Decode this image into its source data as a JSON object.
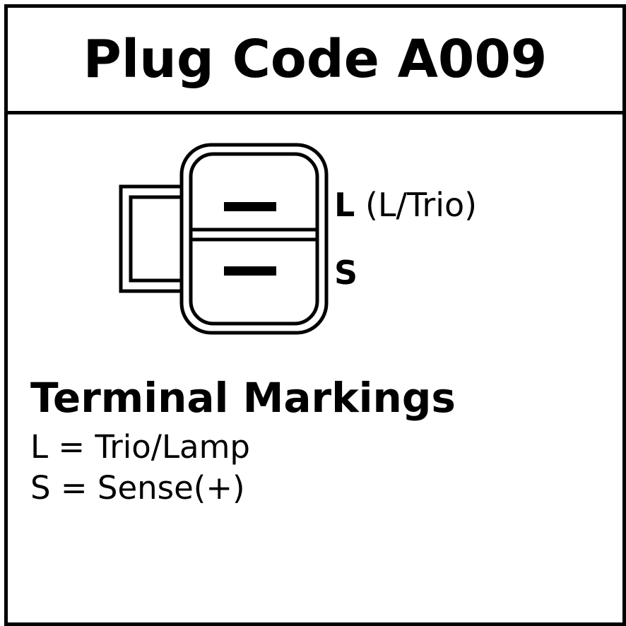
{
  "header": {
    "title": "Plug Code A009"
  },
  "connector": {
    "pins": [
      {
        "code": "L",
        "desc": "(L/Trio)"
      },
      {
        "code": "S",
        "desc": ""
      }
    ]
  },
  "markings": {
    "title": "Terminal Markings",
    "lines": [
      "L = Trio/Lamp",
      "S = Sense(+)"
    ]
  },
  "colors": {
    "ink": "#000000",
    "background": "#ffffff"
  }
}
